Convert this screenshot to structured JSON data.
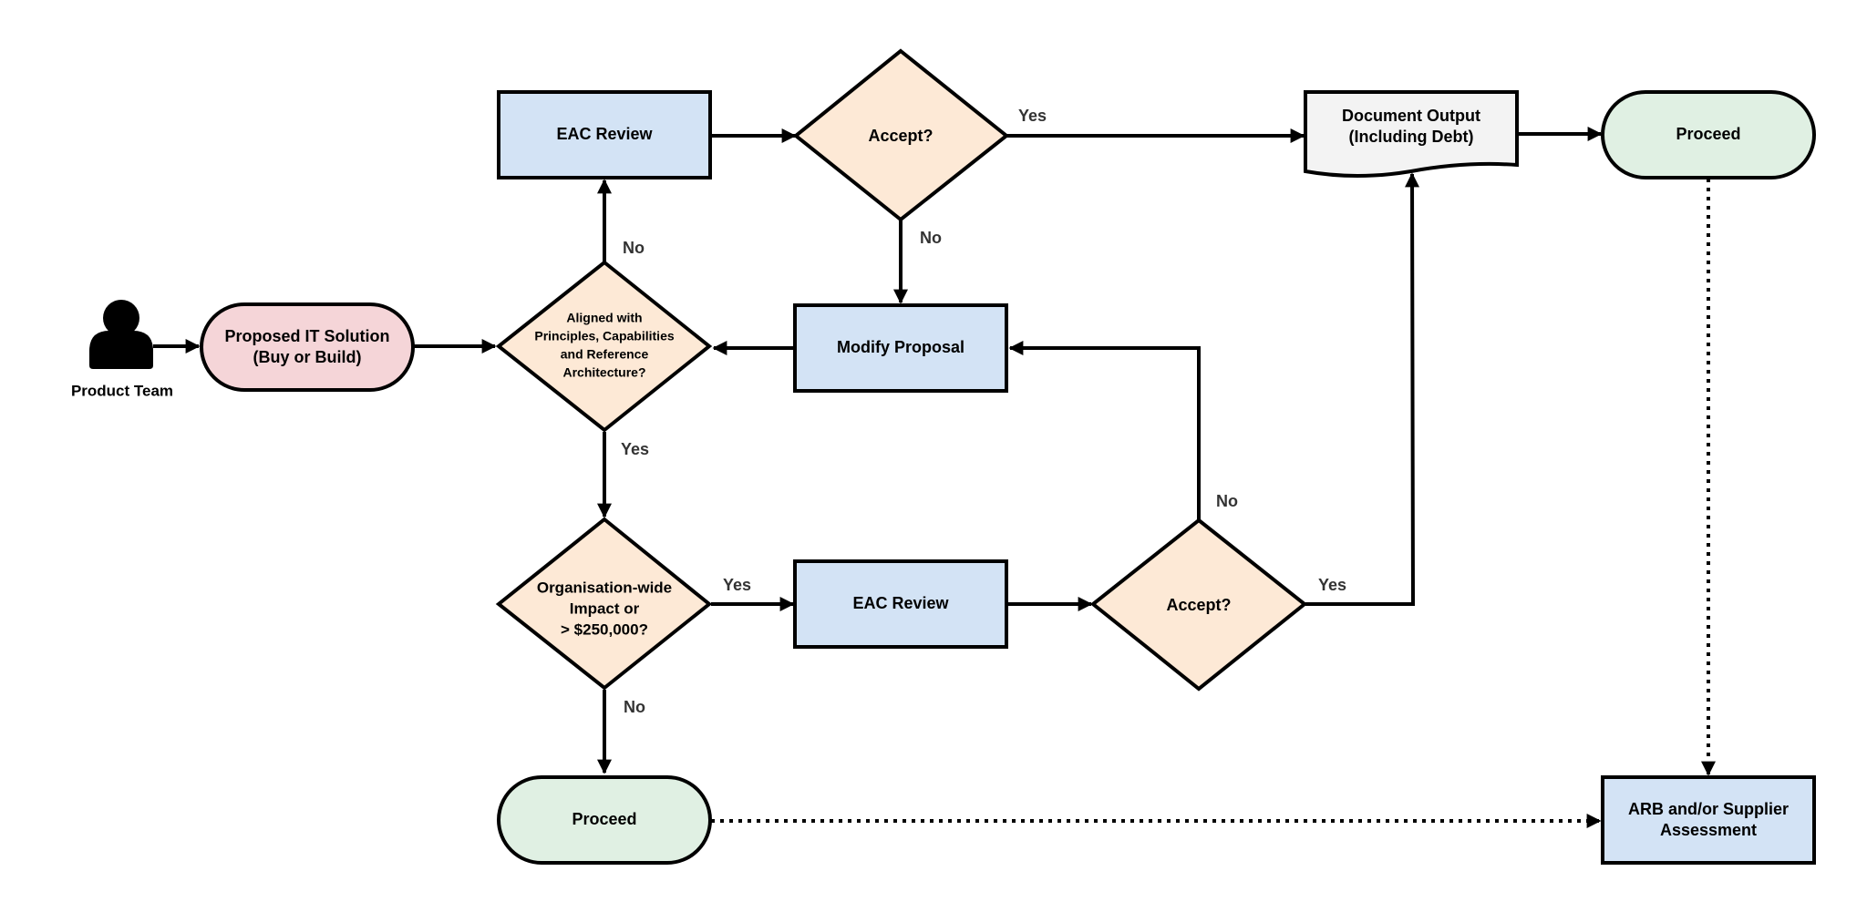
{
  "colors": {
    "terminal_start": "#f5d5d8",
    "process": "#d3e3f5",
    "decision": "#fde9d6",
    "terminal_end": "#e0f0e3",
    "document": "#f3f3f3",
    "stroke": "#000000"
  },
  "icons": {
    "actor": "person-icon"
  },
  "actor": {
    "label": "Product Team"
  },
  "nodes": {
    "proposed_solution": [
      "Proposed IT Solution",
      "(Buy or Build)"
    ],
    "aligned": [
      "Aligned with",
      "Principles, Capabilities",
      "and Reference",
      "Architecture?"
    ],
    "eac_review_top": [
      "EAC Review"
    ],
    "accept_top": [
      "Accept?"
    ],
    "document_output": [
      "Document Output",
      "(Including Debt)"
    ],
    "proceed_top": [
      "Proceed"
    ],
    "modify_proposal": [
      "Modify Proposal"
    ],
    "org_impact": [
      "Organisation-wide",
      "Impact or",
      "> $250,000?"
    ],
    "eac_review_bottom": [
      "EAC Review"
    ],
    "accept_bottom": [
      "Accept?"
    ],
    "proceed_bottom": [
      "Proceed"
    ],
    "arb": [
      "ARB and/or Supplier",
      "Assessment"
    ]
  },
  "edge_labels": {
    "accept_top_yes": "Yes",
    "accept_top_no": "No",
    "aligned_no": "No",
    "aligned_yes": "Yes",
    "org_impact_yes": "Yes",
    "org_impact_no": "No",
    "accept_bottom_no": "No",
    "accept_bottom_yes": "Yes"
  }
}
